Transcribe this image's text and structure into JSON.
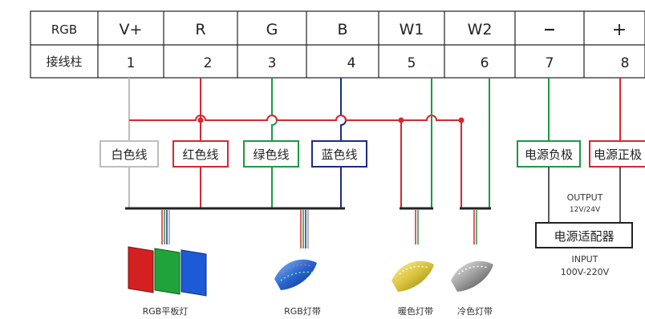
{
  "table": {
    "header_row": [
      "RGB",
      "V+",
      "R",
      "G",
      "B",
      "W1",
      "W2",
      "−",
      "+"
    ],
    "terminal_row": [
      "接线柱",
      "1",
      "2",
      "3",
      "4",
      "5",
      "6",
      "7",
      "8"
    ]
  },
  "wire_labels": {
    "white": "白色线",
    "red": "红色线",
    "green": "绿色线",
    "blue": "蓝色线",
    "neg": "电源负极",
    "pos": "电源正极"
  },
  "adapter": {
    "output": "OUTPUT",
    "output_voltage": "12V/24V",
    "name": "电源适配器",
    "input": "INPUT",
    "input_voltage": "100V-220V"
  },
  "devices": {
    "rgb_panel": "RGB平板灯",
    "rgb_strip": "RGB灯带",
    "warm_strip": "暖色灯带",
    "cold_strip": "冷色灯带"
  },
  "colors": {
    "white_wire": "#bdbdbd",
    "red_wire": "#d6282e",
    "green_wire": "#1a9a45",
    "blue_wire": "#1f2a8c",
    "line": "#222222"
  }
}
